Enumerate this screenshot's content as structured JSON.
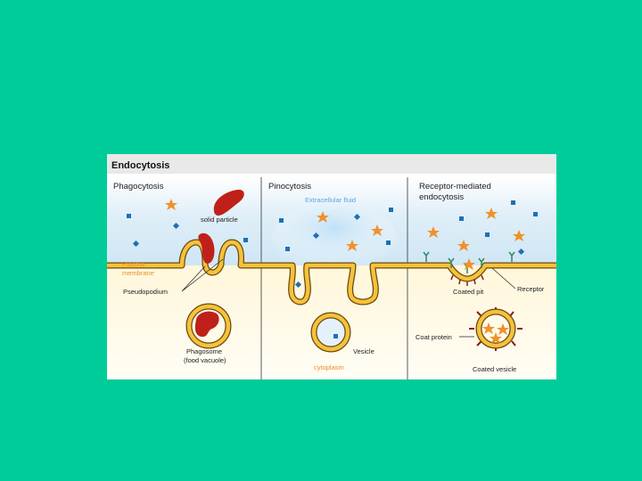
{
  "figure": {
    "title": "Endocytosis",
    "phagocytosis": {
      "heading": "Phagocytosis",
      "solid_particle": "solid particle",
      "plasma_membrane_line1": "Plasma",
      "plasma_membrane_line2": "membrane",
      "pseudopodium": "Pseudopodium",
      "phagosome_line1": "Phagosome",
      "phagosome_line2": "(food vacuole)"
    },
    "pinocytosis": {
      "heading": "Pinocytosis",
      "extracellular_fluid": "Extracellular fluid",
      "vesicle": "Vesicle",
      "cytoplasm": "cytoplasm"
    },
    "receptor_mediated": {
      "heading_line1": "Receptor-mediated",
      "heading_line2": "endocytosis",
      "coated_pit": "Coated pit",
      "receptor": "Receptor",
      "coat_protein": "Coat protein",
      "coated_vesicle": "Coated vesicle"
    }
  },
  "colors": {
    "background": "#00CC99",
    "membrane_outer": "#6b4a10",
    "membrane_inner": "#f5c23a",
    "particle": "#c0201a",
    "star": "#f0912a",
    "ion": "#1f6fb5",
    "receptor": "#2e8b57",
    "coat_protein": "#8b1a1a"
  }
}
